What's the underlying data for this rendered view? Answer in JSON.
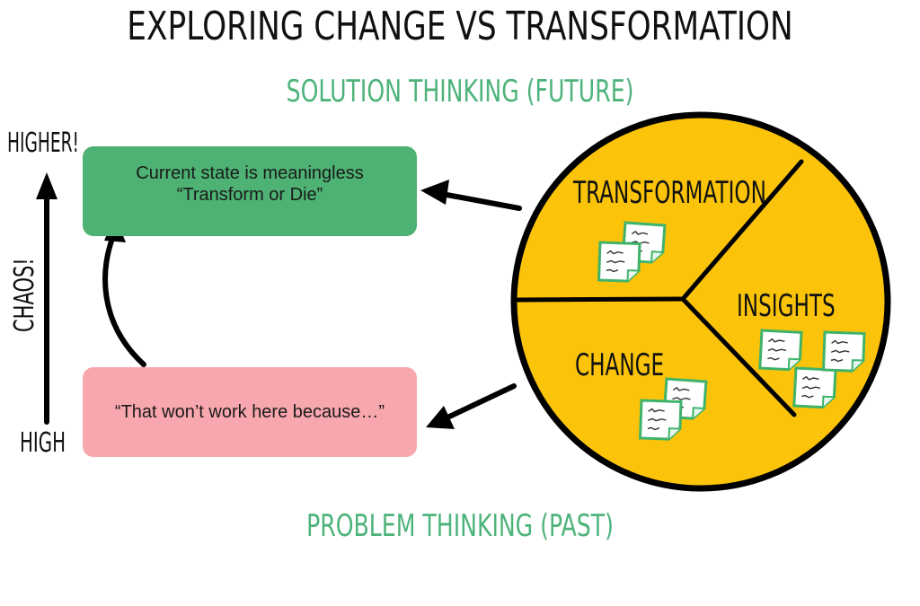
{
  "title": "EXPLORING CHANGE VS TRANSFORMATION",
  "headings": {
    "solution": "SOLUTION THINKING (FUTURE)",
    "problem": "PROBLEM THINKING (PAST)"
  },
  "axis": {
    "top": "HIGHER!",
    "bottom": "HIGH",
    "middle": "CHAOS!"
  },
  "boxes": {
    "future_line1": "Current state is meaningless",
    "future_line2": "“Transform or Die”",
    "past": "“That won’t work here because…”"
  },
  "pie": {
    "segments": [
      "TRANSFORMATION",
      "INSIGHTS",
      "CHANGE"
    ]
  },
  "colors": {
    "pie_fill": "#fbc40a",
    "future_box": "#4db273",
    "past_box": "#f8a7ae",
    "heading_green": "#4db37a",
    "note_border": "#3fb36a"
  },
  "icons": [
    "sticky-note-icon"
  ]
}
